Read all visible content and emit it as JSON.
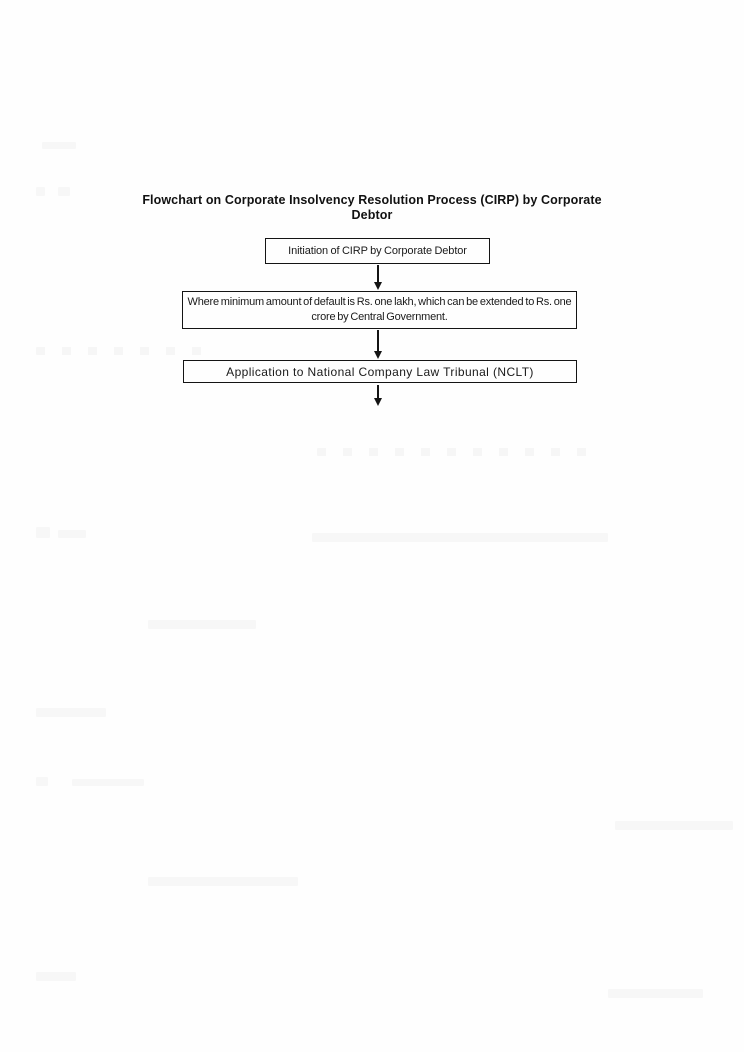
{
  "flowchart": {
    "title": "Flowchart on Corporate Insolvency Resolution Process (CIRP) by Corporate Debtor",
    "nodes": [
      {
        "id": "initiation",
        "text": "Initiation of CIRP by Corporate Debtor"
      },
      {
        "id": "default-threshold",
        "text": "Where minimum amount of default is Rs. one lakh, which can be extended to Rs. one crore by Central Government."
      },
      {
        "id": "nclt-application",
        "text": "Application to National Company Law Tribunal (NCLT)"
      }
    ],
    "connectors": [
      {
        "from": "initiation",
        "to": "default-threshold",
        "type": "arrow-down"
      },
      {
        "from": "default-threshold",
        "to": "nclt-application",
        "type": "arrow-down"
      },
      {
        "from": "nclt-application",
        "to": "",
        "type": "arrow-down"
      }
    ],
    "colors": {
      "background": "#fefefe",
      "box_border": "#141414",
      "text": "#1a1a1a"
    }
  }
}
